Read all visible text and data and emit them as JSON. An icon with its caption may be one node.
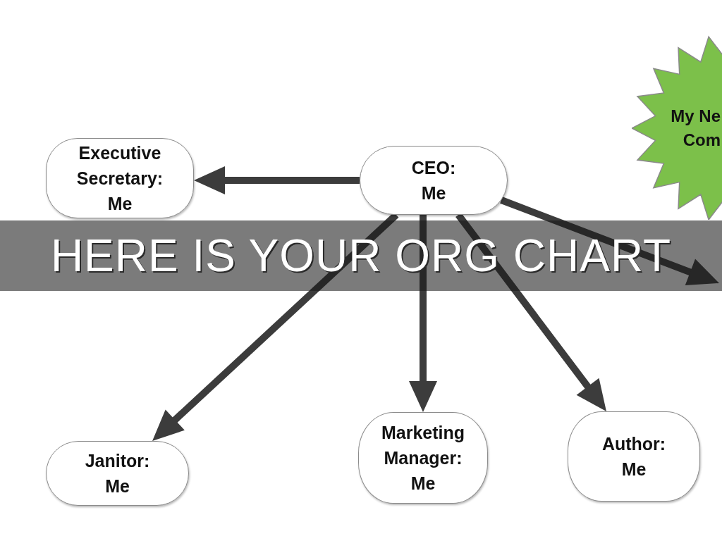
{
  "diagram": {
    "title": "HERE IS YOUR ORG CHART",
    "nodes": [
      {
        "text": [
          "My Ne Com"
        ]
      },
      {
        "text": [
          "CEO: Me"
        ]
      },
      {
        "text": [
          "Executive Secretary: Me"
        ]
      },
      {
        "text": [
          "Janitor: Me"
        ]
      },
      {
        "text": [
          "Marketing Manager: Me"
        ]
      },
      {
        "text": [
          "Author: Me"
        ]
      }
    ],
    "edges": [
      {
        "from": 1,
        "to": 2,
        "arrow": "to"
      },
      {
        "from": 1,
        "to": 3,
        "arrow": "to"
      },
      {
        "from": 1,
        "to": 4,
        "arrow": "to"
      },
      {
        "from": 1,
        "to": 5,
        "arrow": "to"
      },
      {
        "from": 1,
        "to": null,
        "arrow": "to"
      }
    ]
  }
}
